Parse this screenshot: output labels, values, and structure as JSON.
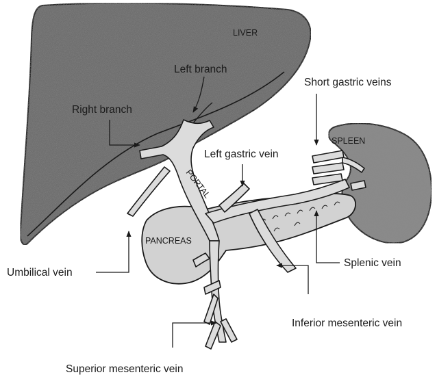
{
  "organs": {
    "liver": "LIVER",
    "spleen": "SPLEEN",
    "pancreas": "PANCREAS",
    "portal": "PORTAL"
  },
  "labels": {
    "left_branch": "Left branch",
    "right_branch": "Right branch",
    "short_gastric_veins": "Short gastric veins",
    "left_gastric_vein": "Left gastric vein",
    "umbilical_vein": "Umbilical vein",
    "splenic_vein": "Splenic vein",
    "inferior_mesenteric_vein": "Inferior mesenteric vein",
    "superior_mesenteric_vein": "Superior mesenteric vein"
  },
  "colors": {
    "liver_fill": "#6e6e6e",
    "spleen_fill": "#8a8a8a",
    "pancreas_fill": "#d2d2d2",
    "vein_fill": "#dcdcdc",
    "outline": "#1a1a1a"
  }
}
